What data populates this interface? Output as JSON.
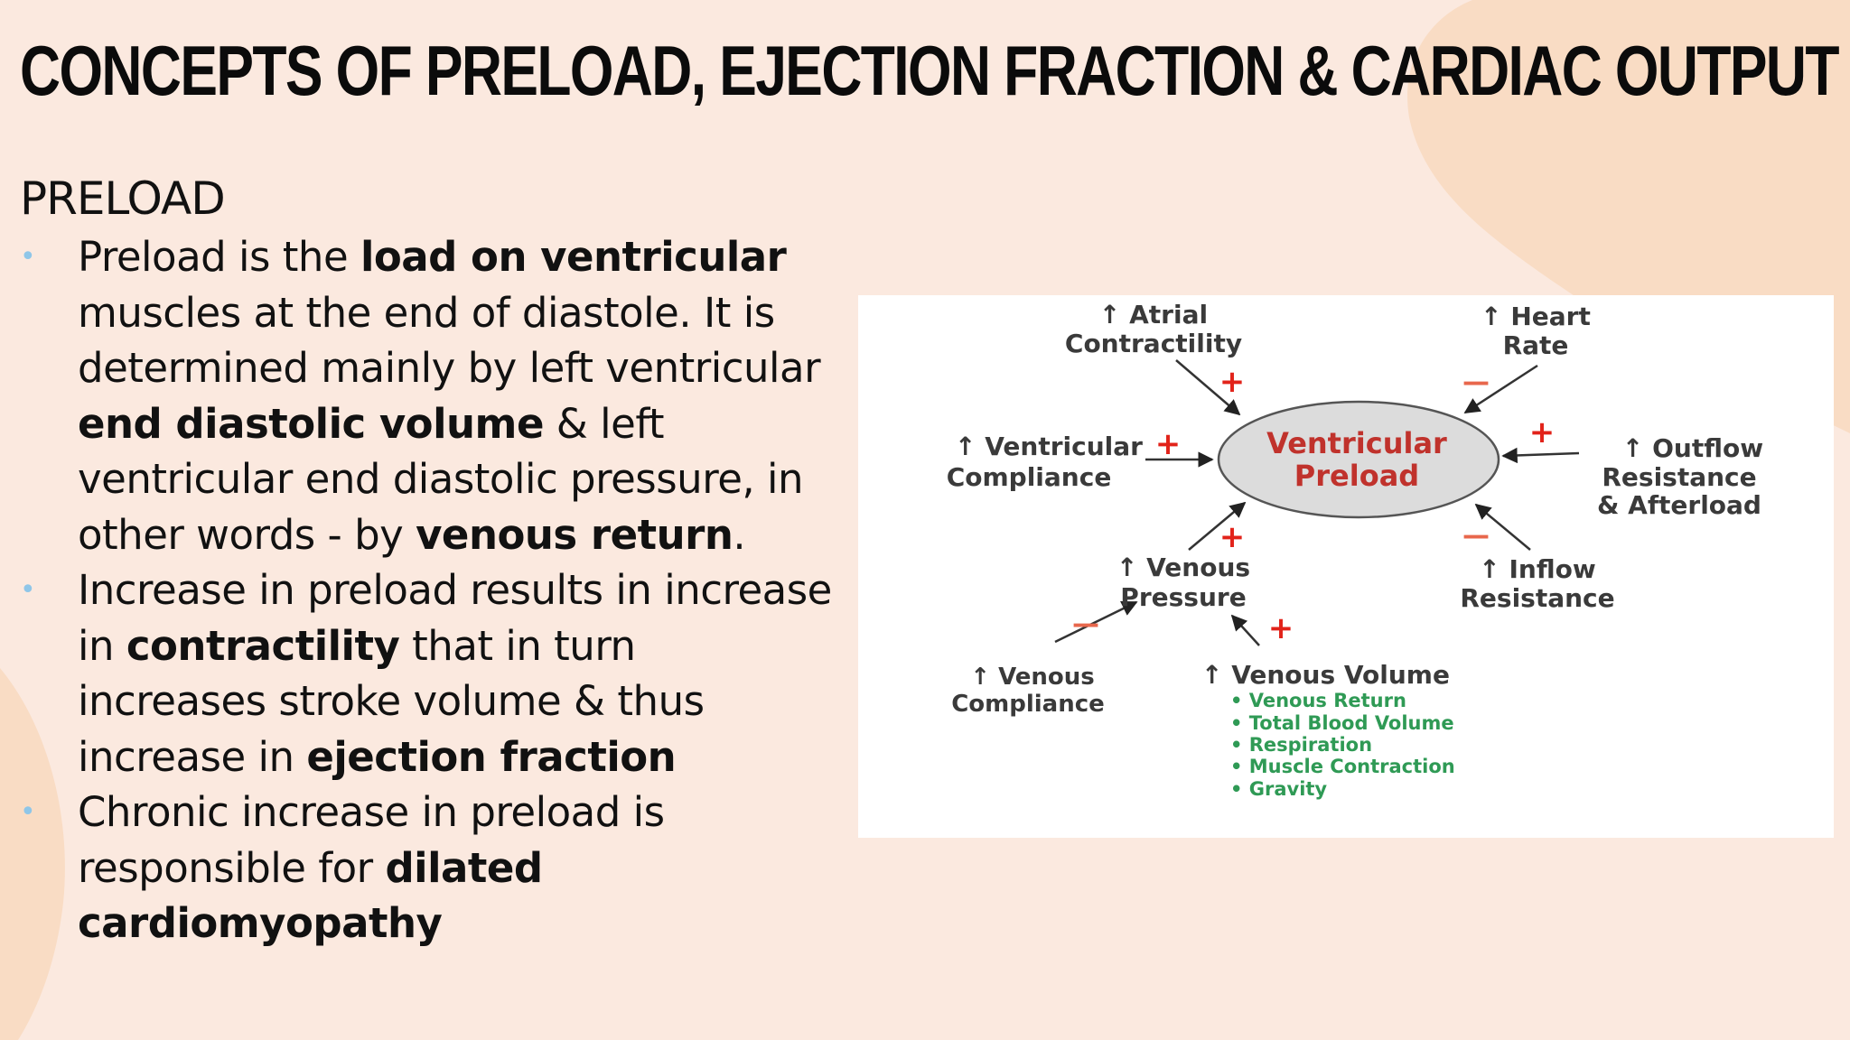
{
  "slide": {
    "title": "CONCEPTS OF PRELOAD, EJECTION FRACTION & CARDIAC OUTPUT",
    "section_heading": "PRELOAD",
    "bullet_char": "•",
    "colors": {
      "background": "#fbe9df",
      "blob": "#f9dcc4",
      "bullet_dot": "#8fc6e8"
    },
    "bullets": [
      {
        "p1": "Preload is the ",
        "b1": "load on ventricular",
        "p2": " muscles at the end of diastole. It is determined mainly by left ventricular ",
        "b2": "end diastolic volume",
        "p3": " & left ventricular end diastolic pressure, in other words - by ",
        "b3": "venous return",
        "p4": "."
      },
      {
        "p1": "Increase in preload results in increase in ",
        "b1": "contractility",
        "p2": " that in turn increases stroke volume & thus increase in ",
        "b2": "ejection fraction",
        "p3": "",
        "b3": "",
        "p4": ""
      },
      {
        "p1": "Chronic increase in preload is responsible for ",
        "b1": "dilated cardiomyopathy",
        "p2": "",
        "b2": "",
        "p3": "",
        "b3": "",
        "p4": ""
      }
    ]
  },
  "diagram": {
    "center": {
      "line1": "Ventricular",
      "line2": "Preload"
    },
    "up_arrow": "↑",
    "plus": "+",
    "minus": "—",
    "atrial": {
      "line1": "Atrial",
      "line2": "Contractility"
    },
    "heart_rate": {
      "line1": "Heart",
      "line2": "Rate"
    },
    "ventricular_compliance": {
      "line1": "Ventricular",
      "line2": "Compliance"
    },
    "outflow": {
      "line1": "Outflow",
      "line2": "Resistance",
      "line3": "& Afterload"
    },
    "venous_pressure": {
      "line1": "Venous",
      "line2": "Pressure"
    },
    "inflow": {
      "line1": "Inflow",
      "line2": "Resistance"
    },
    "venous_compliance": {
      "line1": "Venous",
      "line2": "Compliance"
    },
    "venous_volume": {
      "title": "Venous Volume",
      "items": [
        "Venous Return",
        "Total Blood Volume",
        "Respiration",
        "Muscle Contraction",
        "Gravity"
      ]
    }
  }
}
